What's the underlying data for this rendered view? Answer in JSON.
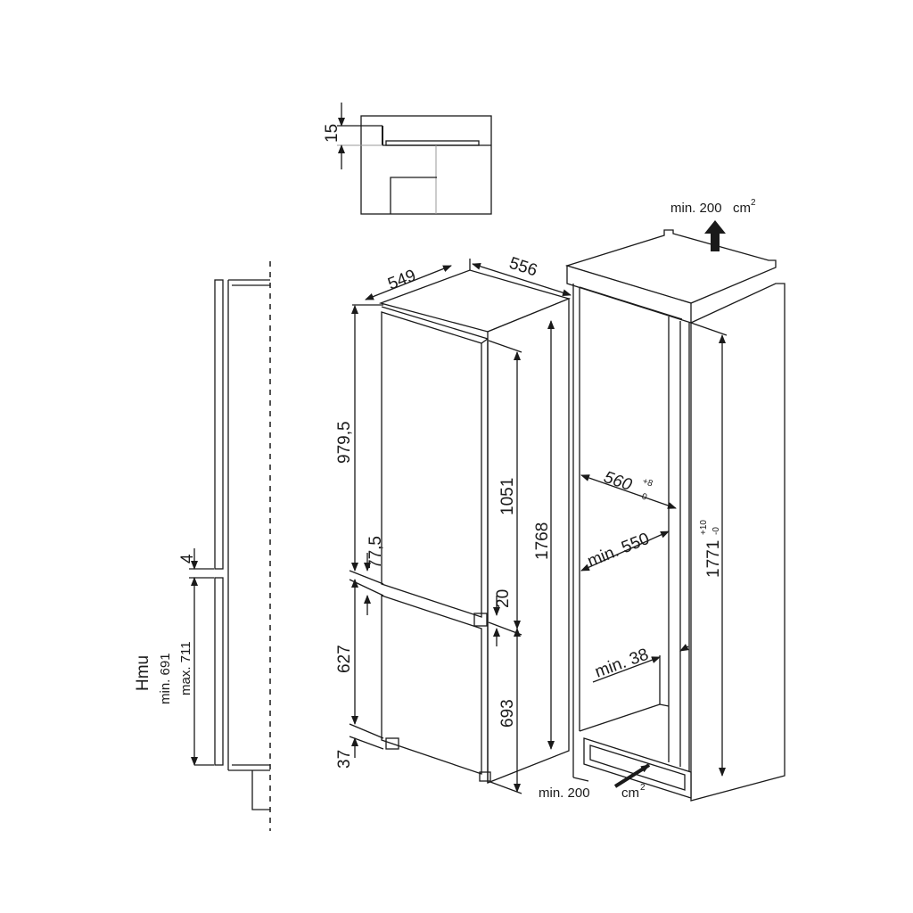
{
  "detail_view": {
    "gap": "15"
  },
  "side_view": {
    "gap": "4",
    "label": "Hmu",
    "min": "min. 691",
    "max": "max. 711"
  },
  "appliance": {
    "width": "549",
    "depth": "556",
    "upper_door": "979,5",
    "door_gap": "77,5",
    "lower_door": "627",
    "plinth": "37",
    "upper_height": "1051",
    "total_height": "1768",
    "lower_height": "693",
    "middle_gap": "20"
  },
  "niche": {
    "width": "560",
    "width_tol_plus": "+8",
    "width_tol_minus": "-0",
    "min_depth": "min. 550",
    "min_gap": "min. 38",
    "height": "1771",
    "height_tol_plus": "+10",
    "height_tol_minus": "-0",
    "vent_top": "min. 200",
    "vent_top_unit": "cm",
    "vent_top_exp": "2",
    "vent_bottom": "min. 200",
    "vent_bottom_unit": "cm",
    "vent_bottom_exp": "2"
  },
  "colors": {
    "line": "#1a1a1a",
    "background": "#ffffff"
  }
}
